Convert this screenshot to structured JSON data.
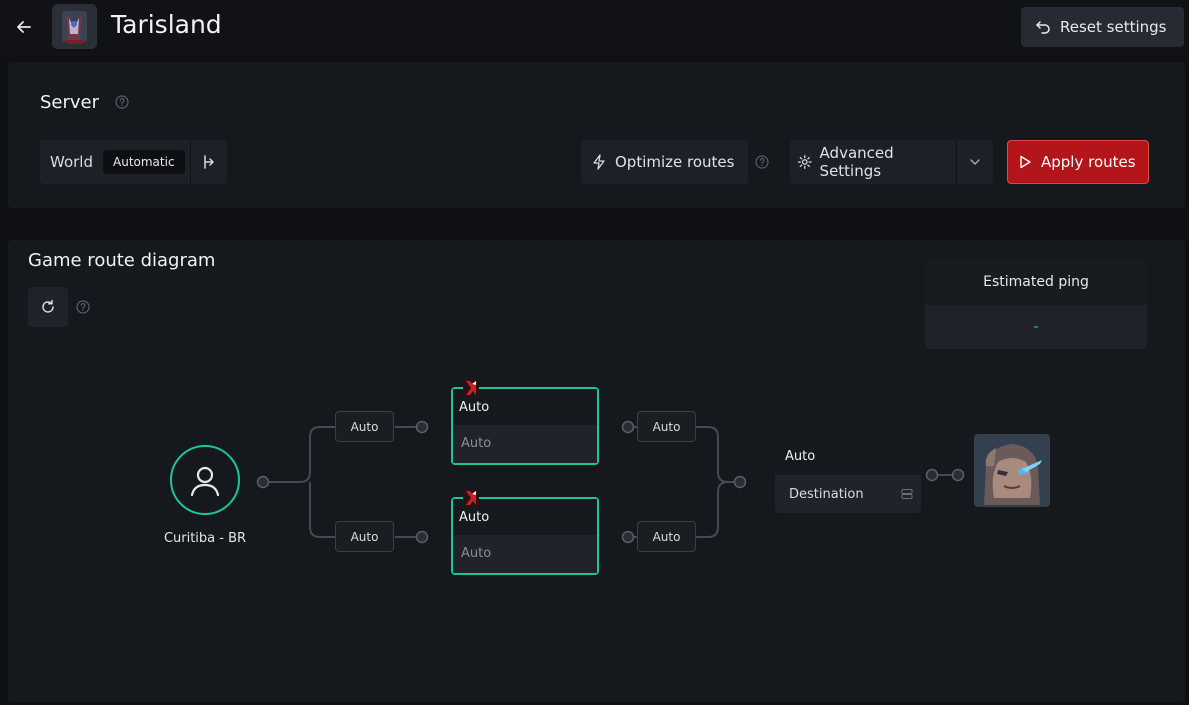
{
  "header": {
    "title": "Tarisland",
    "reset_label": "Reset settings"
  },
  "server": {
    "title": "Server",
    "world_label": "World",
    "world_mode": "Automatic",
    "optimize_label": "Optimize routes",
    "advanced_label": "Advanced Settings",
    "apply_label": "Apply routes"
  },
  "diagram": {
    "title": "Game route diagram",
    "ping_label": "Estimated ping",
    "ping_value": "-",
    "origin_label": "Curitiba - BR",
    "left_pills": [
      "Auto",
      "Auto"
    ],
    "relays": [
      {
        "title": "Auto",
        "value": "Auto"
      },
      {
        "title": "Auto",
        "value": "Auto"
      }
    ],
    "right_pills": [
      "Auto",
      "Auto"
    ],
    "destination": {
      "title": "Auto",
      "label": "Destination"
    }
  },
  "colors": {
    "accent": "#1ec396",
    "apply": "#b3151a",
    "ping": "#21d39a"
  },
  "icons": {
    "back": "arrow-left-icon",
    "reset": "undo-icon",
    "help": "question-circle-icon",
    "world_extra": "route-split-icon",
    "optimize": "lightning-icon",
    "advanced": "gear-icon",
    "advanced_dropdown": "chevron-down-icon",
    "apply": "play-icon",
    "refresh": "refresh-icon",
    "user": "user-icon",
    "relay": "relay-brand-icon",
    "server": "server-icon"
  }
}
